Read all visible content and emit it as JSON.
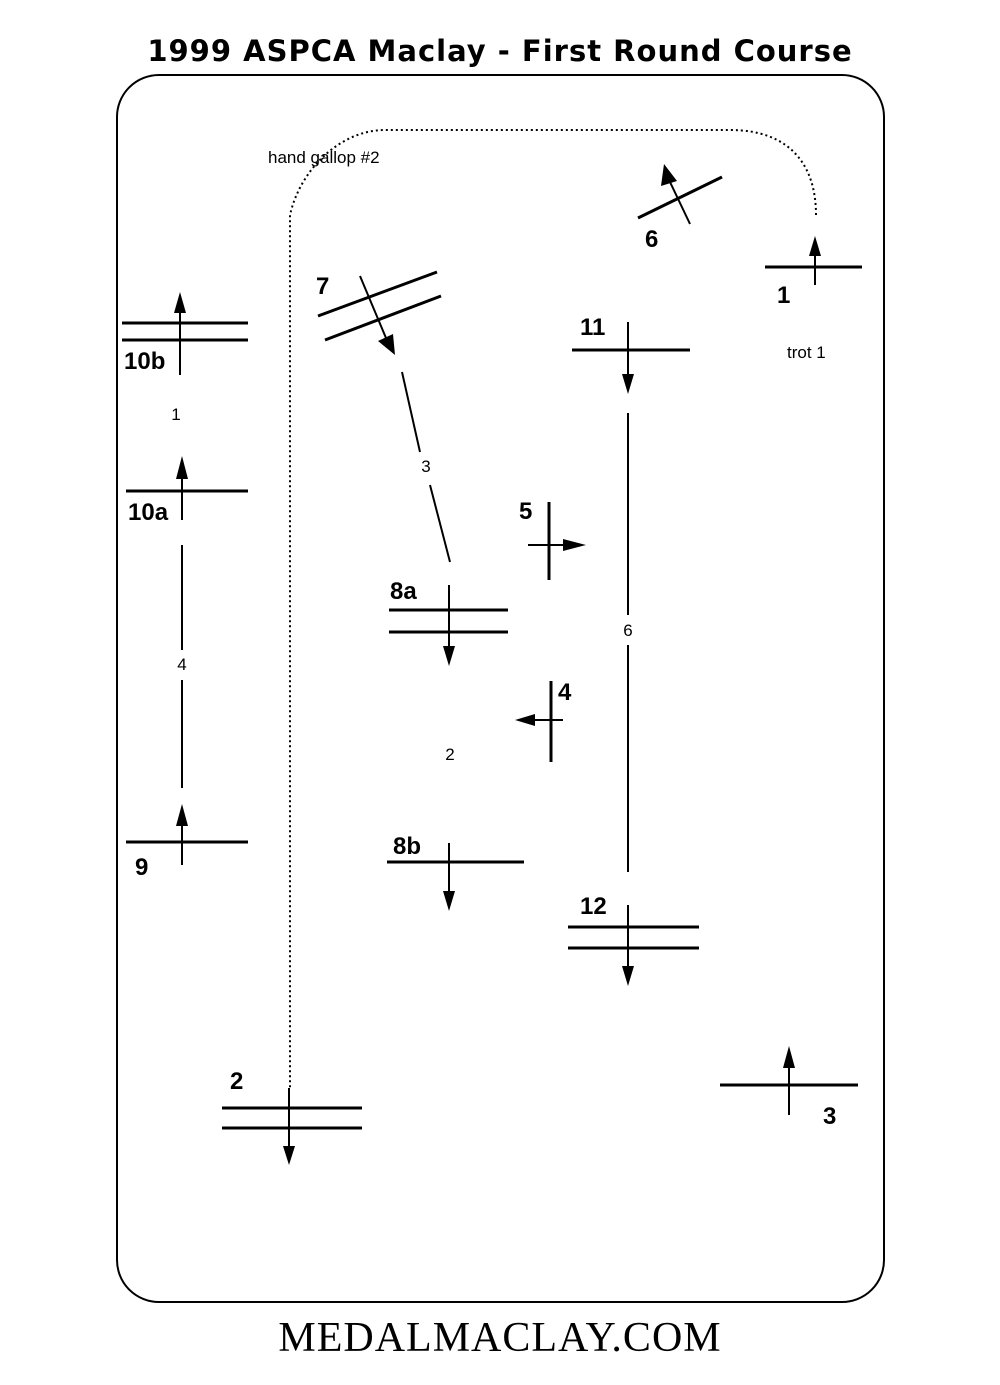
{
  "title": "1999 ASPCA Maclay - First Round Course",
  "footer": "MEDALMACLAY.COM",
  "course": {
    "fence_labels": {
      "f1": "1",
      "f2": "2",
      "f3": "3",
      "f4": "4",
      "f5": "5",
      "f6": "6",
      "f7": "7",
      "f8a": "8a",
      "f8b": "8b",
      "f9": "9",
      "f10a": "10a",
      "f10b": "10b",
      "f11": "11",
      "f12": "12"
    },
    "notes": {
      "hand_gallop": "hand gallop #2",
      "trot": "trot 1"
    },
    "strides": {
      "s10": "1",
      "s9_10": "4",
      "s7_8": "3",
      "s8": "2",
      "s11_12": "6"
    }
  }
}
